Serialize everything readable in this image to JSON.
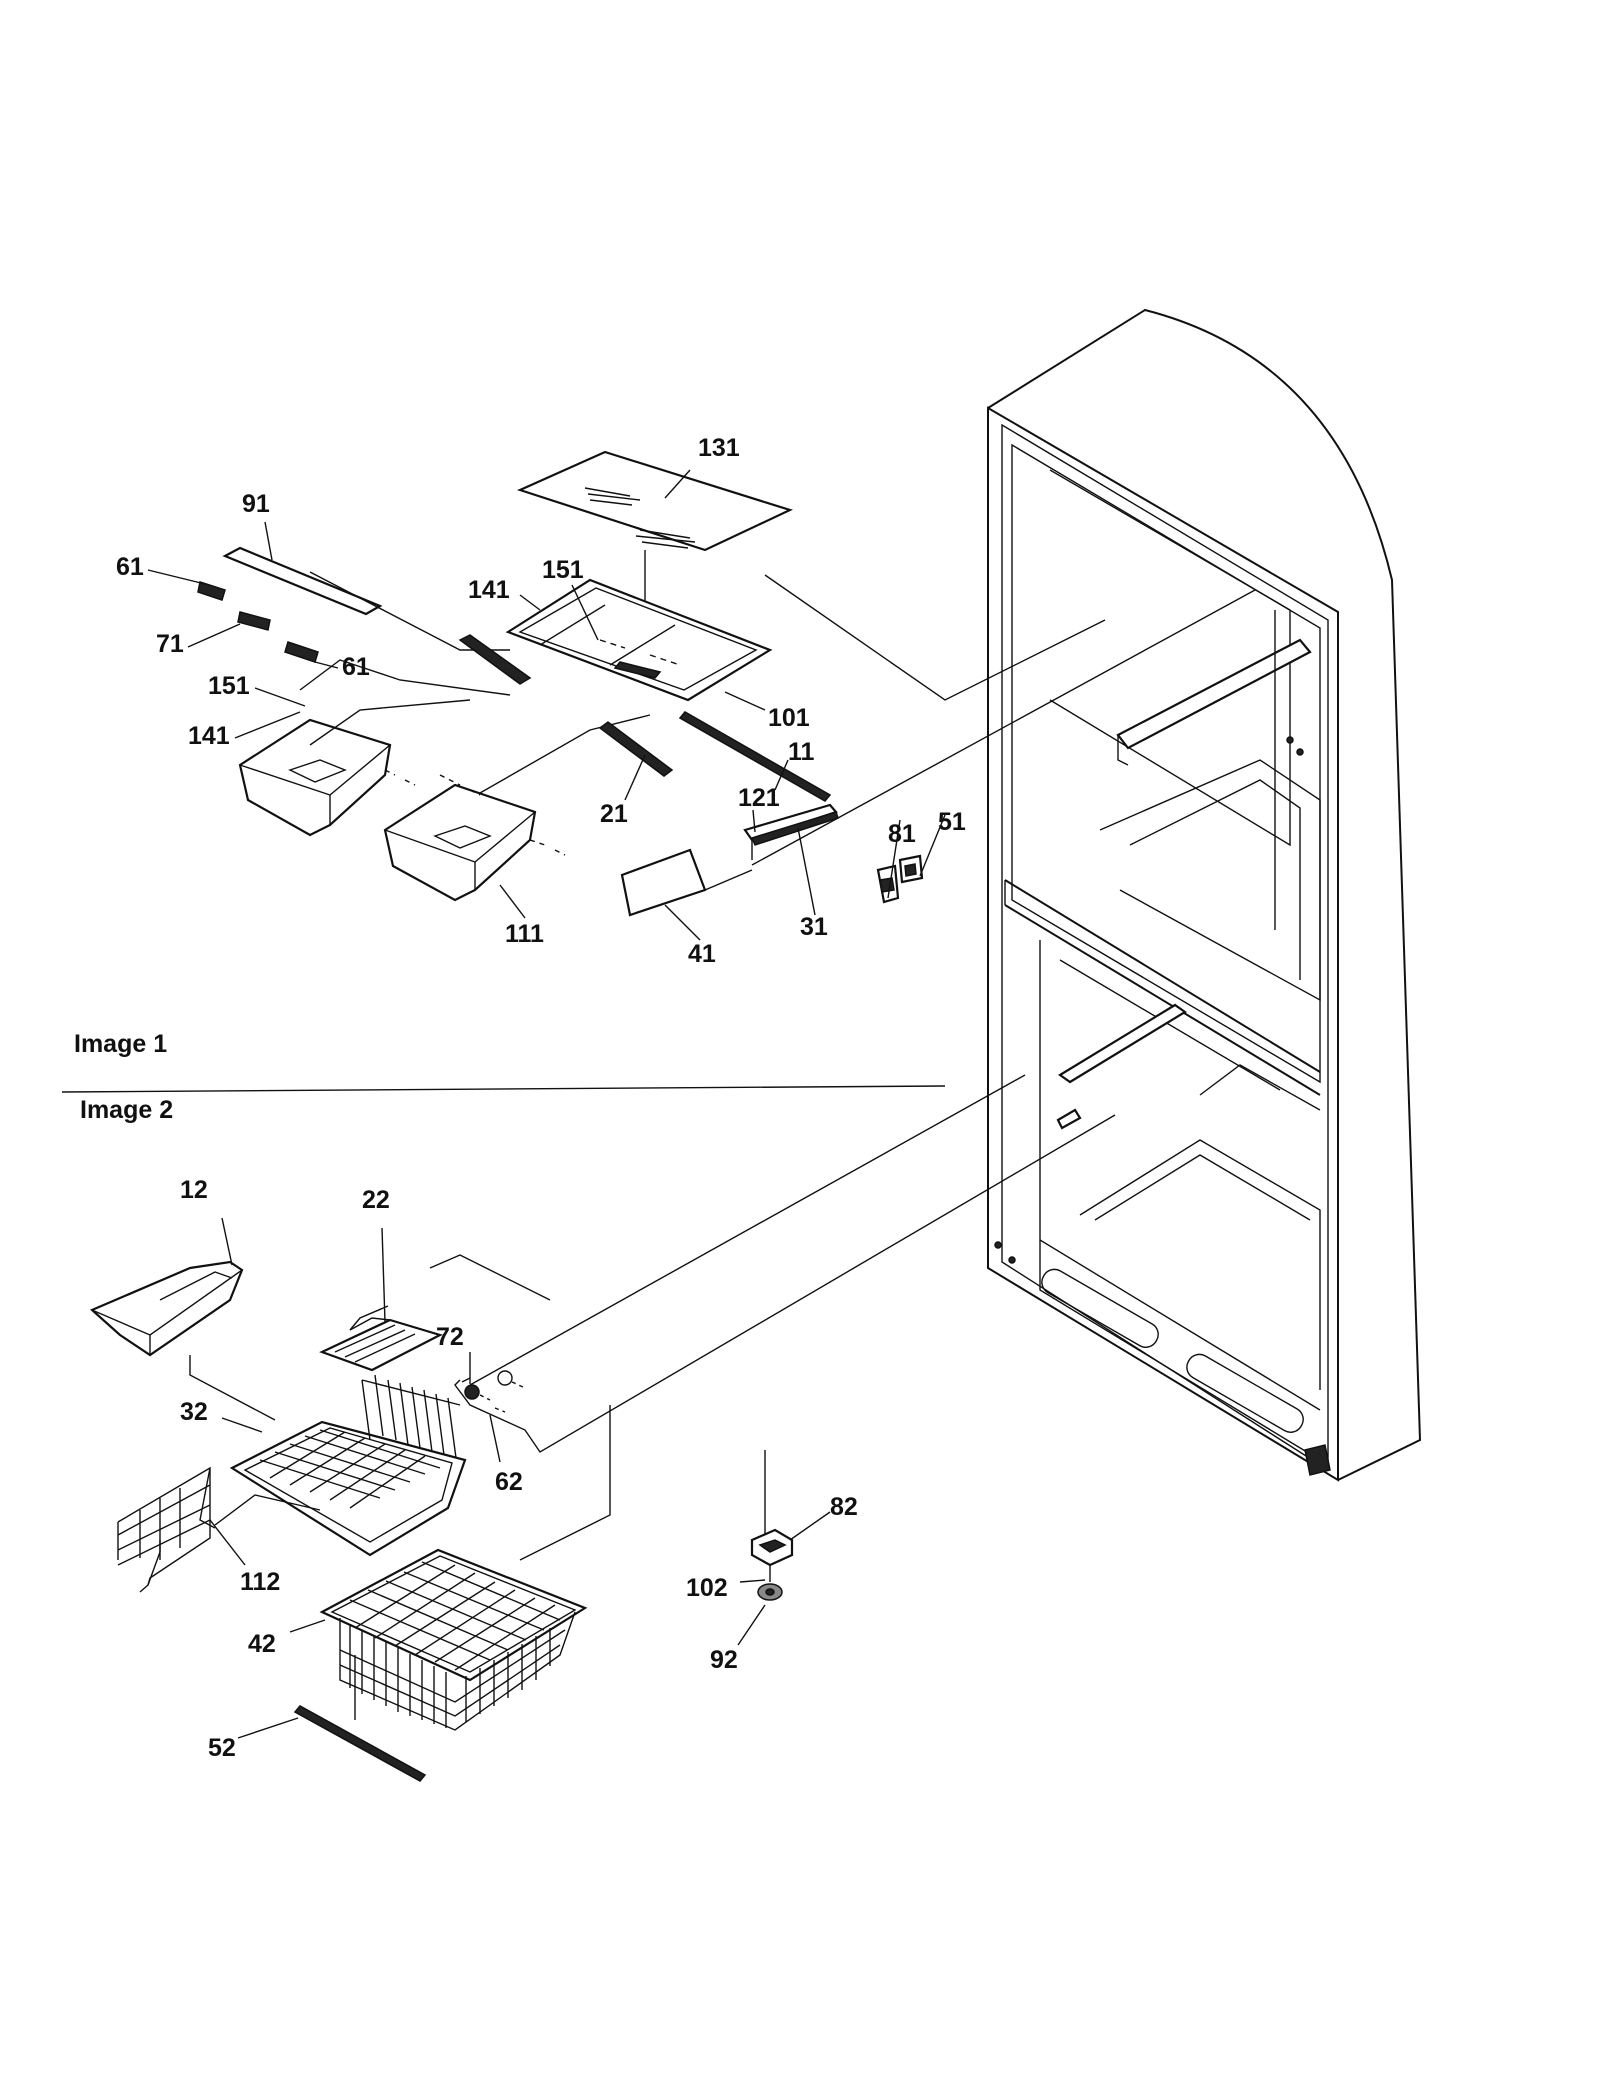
{
  "sections": [
    {
      "label": "Image 1"
    },
    {
      "label": "Image 2"
    }
  ],
  "callouts": [
    "131",
    "91",
    "61",
    "141",
    "151",
    "71",
    "61",
    "151",
    "141",
    "101",
    "11",
    "21",
    "121",
    "81",
    "51",
    "111",
    "41",
    "31",
    "12",
    "22",
    "72",
    "32",
    "62",
    "112",
    "82",
    "102",
    "92",
    "42",
    "52"
  ],
  "colors": {
    "ink": "#111111",
    "paper": "#ffffff"
  }
}
